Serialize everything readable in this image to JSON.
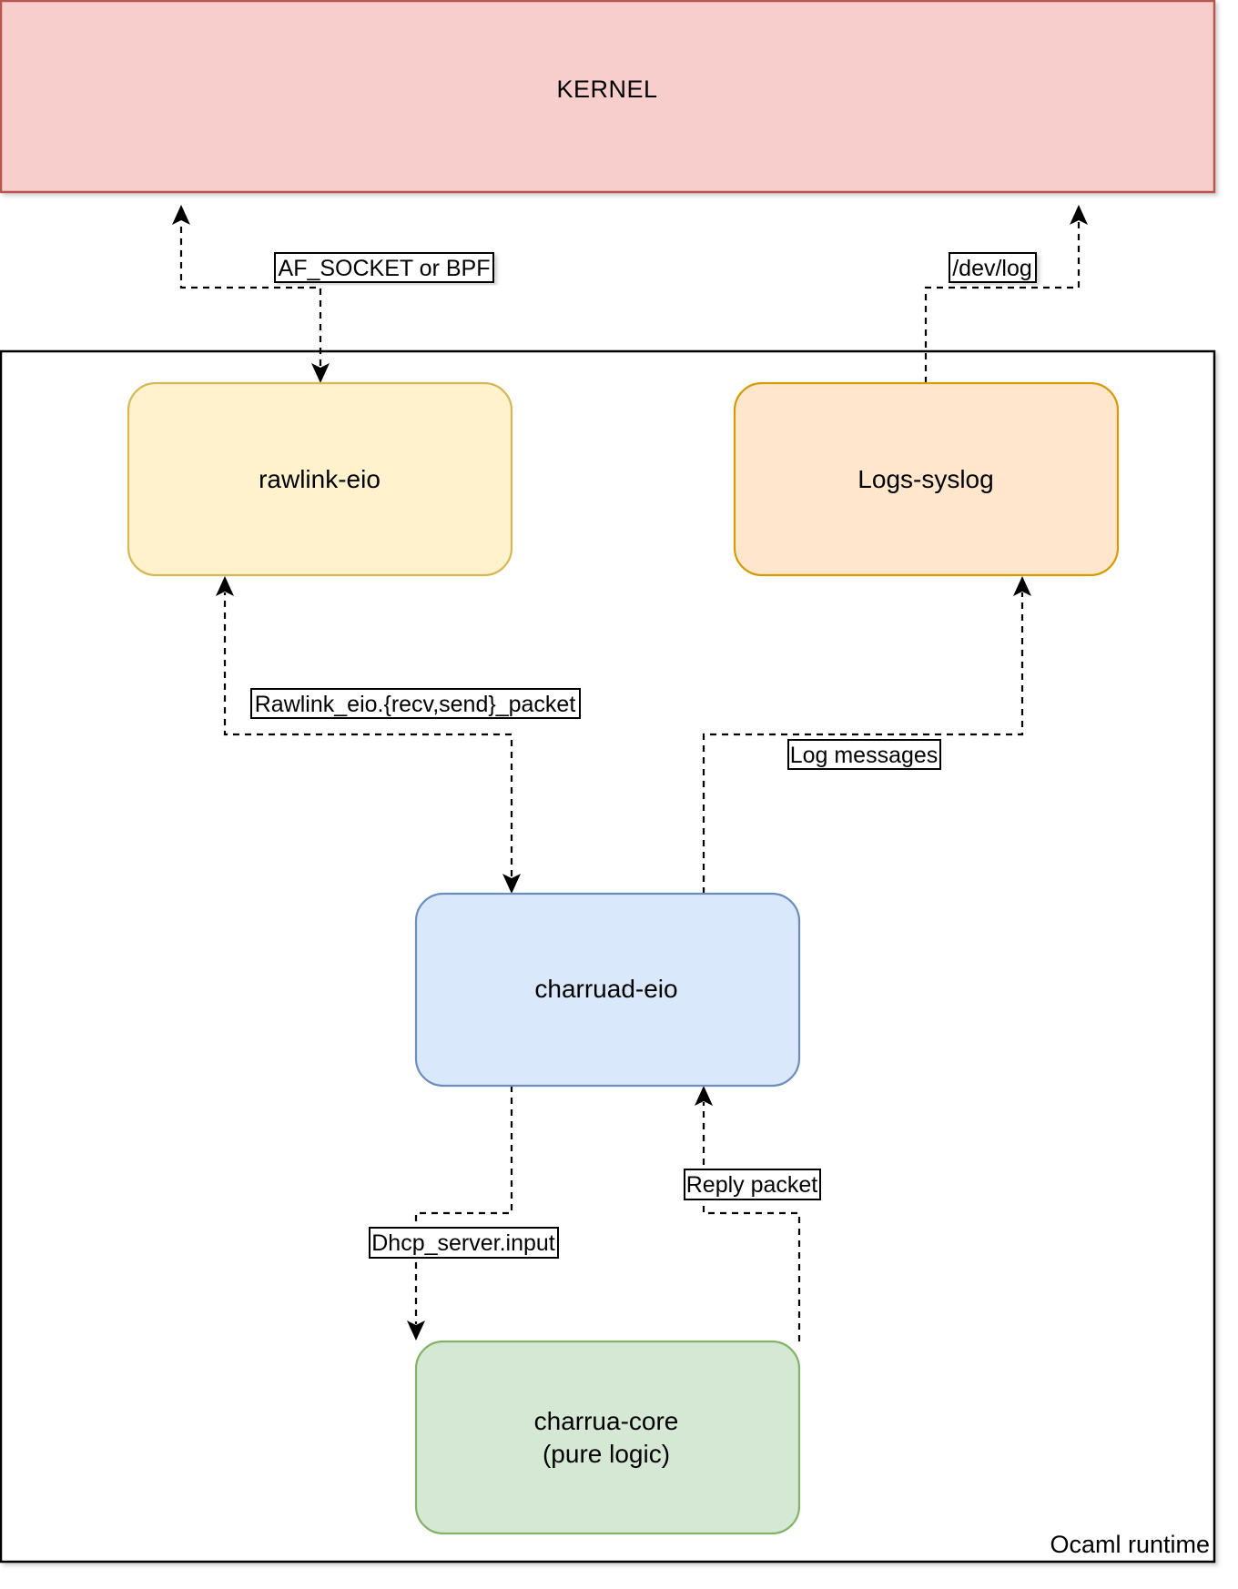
{
  "kernel": {
    "label": "KERNEL",
    "fill": "#f8cecc",
    "stroke": "#b85450"
  },
  "runtime": {
    "label": "Ocaml runtime"
  },
  "nodes": {
    "rawlink": {
      "label": "rawlink-eio",
      "fill": "#fff2cc",
      "stroke": "#d6b656"
    },
    "logs": {
      "label": "Logs-syslog",
      "fill": "#ffe6cc",
      "stroke": "#d79b00"
    },
    "charruad": {
      "label": "charruad-eio",
      "fill": "#dae8fc",
      "stroke": "#6c8ebf"
    },
    "core": {
      "line1": "charrua-core",
      "line2": "(pure logic)",
      "fill": "#d5e8d4",
      "stroke": "#82b366"
    }
  },
  "edges": {
    "af_socket": "AF_SOCKET or BPF",
    "dev_log": "/dev/log",
    "rawlink_io": "Rawlink_eio.{recv,send}_packet",
    "log_messages": "Log messages",
    "reply_packet": "Reply packet",
    "dhcp_input": "Dhcp_server.input"
  }
}
